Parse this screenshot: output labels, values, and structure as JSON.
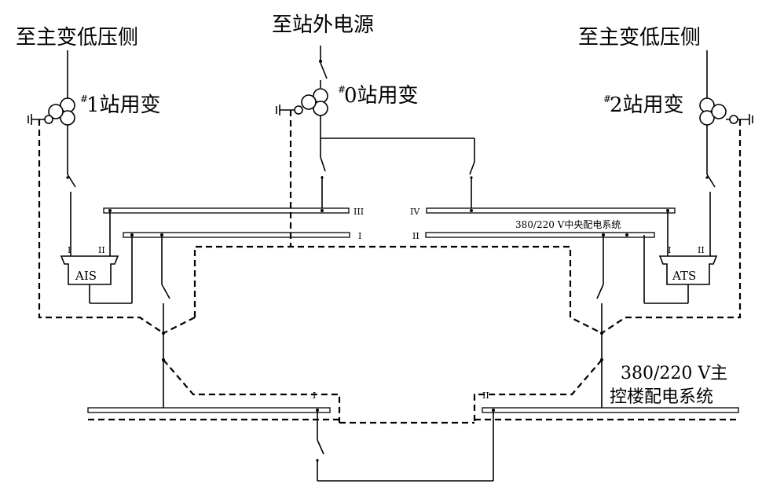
{
  "labels": {
    "to_main_left": "至主变低压侧",
    "to_main_right": "至主变低压侧",
    "external_source": "至站外电源",
    "tx1": "1站用变",
    "tx0": "0站用变",
    "tx2": "2站用变",
    "hash": "#",
    "central_system": "380/220 V中央配电系统",
    "main_building_line1": "380/220 V主",
    "main_building_line2": "控楼配电系统",
    "ais": "AIS",
    "ats": "ATS",
    "bus_I": "I",
    "bus_II": "II",
    "bus_III": "III",
    "bus_IV": "IV",
    "lower_I": "I",
    "lower_II": "II",
    "sw_in_1": "I",
    "sw_in_2": "II"
  }
}
